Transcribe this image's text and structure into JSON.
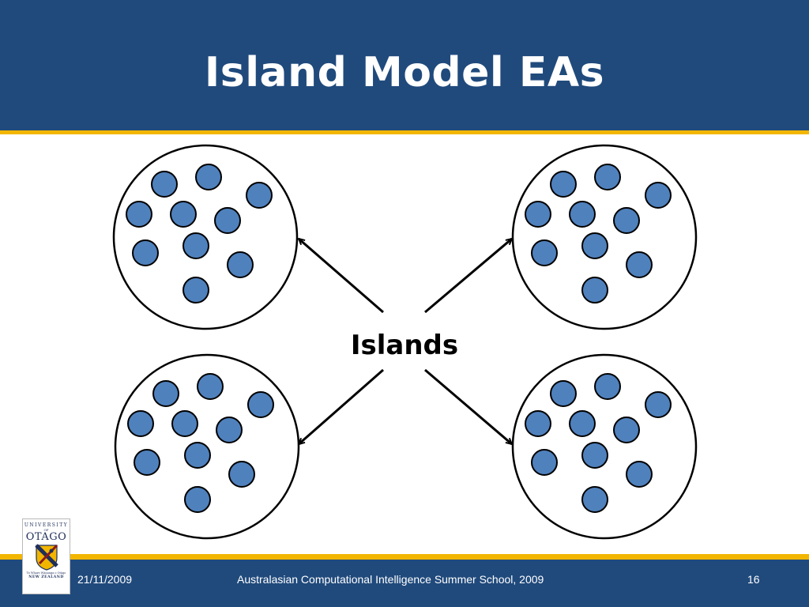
{
  "slide": {
    "title": "Island Model EAs",
    "center_label": "Islands"
  },
  "footer": {
    "date": "21/11/2009",
    "event": "Australasian Computational Intelligence Summer School, 2009",
    "page_number": "16"
  },
  "logo": {
    "university": "UNIVERSITY",
    "of": "OF",
    "name": "OTAGO",
    "maori_motto": "Te Whare Wānanga o Otāgo",
    "country": "NEW ZEALAND"
  },
  "colors": {
    "header_blue": "#204a7c",
    "accent_gold": "#f2b600",
    "node_fill": "#4f81bd",
    "outline": "#000000"
  },
  "diagram": {
    "islands": 4,
    "individuals_per_island": 10
  }
}
